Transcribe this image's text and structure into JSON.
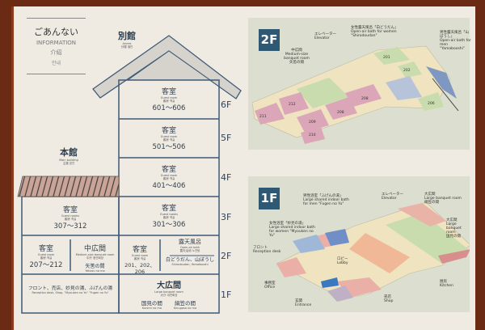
{
  "info": {
    "title_ja": "ごあんない",
    "title_en": "INFORMATION",
    "title_zh": "介绍",
    "title_ko": "안내"
  },
  "annex": {
    "name_ja": "別館",
    "name_en": "Annex",
    "name_sub": "分楼 별관"
  },
  "main_building": {
    "name_ja": "本館",
    "name_en": "Main building",
    "name_sub": "主楼 본관"
  },
  "floors": [
    "6F",
    "5F",
    "4F",
    "3F",
    "2F",
    "1F"
  ],
  "annex_rooms": [
    {
      "ja": "客室",
      "en": "Guest room",
      "sub": "客房 객실",
      "rooms": "601～606"
    },
    {
      "ja": "客室",
      "en": "Guest room",
      "sub": "客房 객실",
      "rooms": "501～506"
    },
    {
      "ja": "客室",
      "en": "Guest room",
      "sub": "客房 객실",
      "rooms": "401～406"
    },
    {
      "ja": "客室",
      "en": "Guest rooms",
      "sub": "客房 객실",
      "rooms": "301～306"
    },
    {
      "ja": "客室",
      "en": "Guest room",
      "sub": "客房 객실",
      "rooms": "201、202、206"
    }
  ],
  "annex_2f_bath": {
    "ja": "露天風呂",
    "en": "Open-air bath",
    "sub": "露天浴池 노천탕",
    "names": "白どうだん、山ぼうし",
    "names_en": "Shirodoudan, Yamabooshi"
  },
  "annex_1f": {
    "ja": "大広間",
    "en": "Large banquet room",
    "sub": "大厅 대연회장",
    "room1": "国見の間",
    "room1_en": "Kunimi no ma",
    "room2": "絹笠の間",
    "room2_en": "Kinugasa no ma"
  },
  "main_rooms": {
    "f3": {
      "ja": "客室",
      "en": "Guest rooms",
      "sub": "客房 객실",
      "rooms": "307～312"
    },
    "f2_guest": {
      "ja": "客室",
      "en": "Guest room",
      "sub": "客房 객실",
      "rooms": "207～212"
    },
    "f2_hall": {
      "ja": "中広間",
      "en": "Medium-size banquet room",
      "sub": "中厅 중연회장",
      "room": "矢筈の間",
      "room_en": "Yahazu no ma"
    },
    "f1": {
      "ja": "フロント、売店、妙見の湯、ふげんの湯",
      "en": "Reception desk, Shop, \"Myouken no Yu\" \"Fugen no Yu\""
    }
  },
  "map2f": {
    "badge": "2F",
    "rooms": [
      "201",
      "202",
      "206",
      "207",
      "208",
      "209",
      "210",
      "211",
      "212"
    ],
    "labels": {
      "elevator": "エレベーター",
      "elevator_en": "Elevator",
      "hall": "中広間",
      "hall_en": "Medium-size banquet room",
      "hall_room": "矢筈の間",
      "bath_w": "女性露天風呂「白どうだん」",
      "bath_w_en": "Open-air bath for women \"Shirodoudan\"",
      "bath_m": "男性露天風呂「山ぼうし」",
      "bath_m_en": "Open-air bath for men \"Yamabooshi\""
    }
  },
  "map1f": {
    "badge": "1F",
    "labels": {
      "bath_m": "男性浴室「ふげんの湯」",
      "bath_m_en": "Large shared indoor bath for men \"Fugen no Yu\"",
      "bath_w": "女性浴室「妙見の湯」",
      "bath_w_en": "Large shared indoor bath for women \"Myouken no Yu\"",
      "elevator": "エレベーター",
      "elevator_en": "Elevator",
      "hall1": "大広間",
      "hall1_en": "Large banquet room",
      "hall1_room": "絹笠の間",
      "hall2": "大広間",
      "hall2_en": "Large banquet room",
      "hall2_room": "国見の間",
      "front": "フロント",
      "front_en": "Reception desk",
      "lobby": "ロビー",
      "lobby_en": "Lobby",
      "office": "事務室",
      "office_en": "Office",
      "entrance": "玄関",
      "entrance_en": "Entrance",
      "shop": "売店",
      "shop_en": "Shop",
      "kitchen": "厨房",
      "kitchen_en": "Kitchen"
    }
  }
}
